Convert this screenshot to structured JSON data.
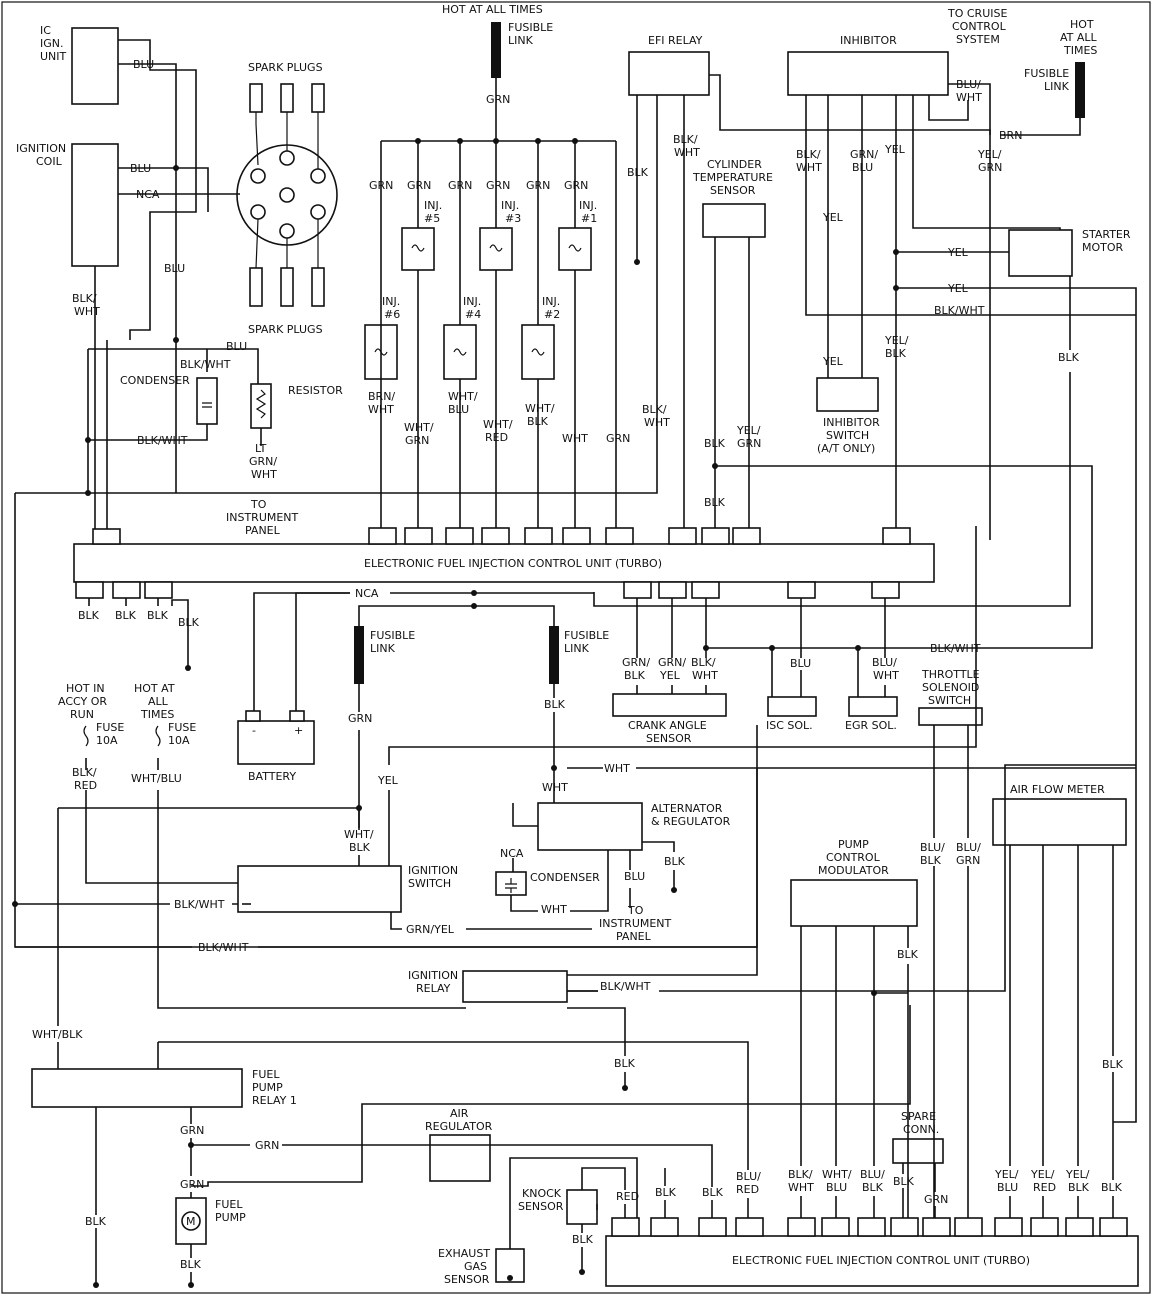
{
  "components": {
    "ic_ign_unit": [
      "IC",
      "IGN.",
      "UNIT"
    ],
    "ignition_coil": [
      "IGNITION",
      "COIL"
    ],
    "spark_plugs_top": "SPARK PLUGS",
    "spark_plugs_bottom": "SPARK PLUGS",
    "hot_at_all_times_top": "HOT AT ALL TIMES",
    "fusible_link_top": [
      "FUSIBLE",
      "LINK"
    ],
    "efi_relay": "EFI RELAY",
    "inhibitor": "INHIBITOR",
    "to_cruise": [
      "TO CRUISE",
      "CONTROL",
      "SYSTEM"
    ],
    "hot_at_all_right": [
      "HOT",
      "AT ALL",
      "TIMES"
    ],
    "fusible_link_right": [
      "FUSIBLE",
      "LINK"
    ],
    "cyl_temp_sensor": [
      "CYLINDER",
      "TEMPERATURE",
      "SENSOR"
    ],
    "starter_motor": [
      "STARTER",
      "MOTOR"
    ],
    "inhibitor_switch": [
      "INHIBITOR",
      "SWITCH",
      "(A/T ONLY)"
    ],
    "condenser": "CONDENSER",
    "resistor": "RESISTOR",
    "to_instrument_panel_1": [
      "TO",
      "INSTRUMENT",
      "PANEL"
    ],
    "injectors": [
      "INJ.",
      "#5",
      "INJ.",
      "#3",
      "INJ.",
      "#1",
      "INJ.",
      "#6",
      "INJ.",
      "#4",
      "INJ.",
      "#2"
    ],
    "ecu_top": "ELECTRONIC FUEL INJECTION CONTROL UNIT (TURBO)",
    "ecu_bottom": "ELECTRONIC FUEL INJECTION CONTROL UNIT (TURBO)",
    "fusible_link_mid1": [
      "FUSIBLE",
      "LINK"
    ],
    "fusible_link_mid2": [
      "FUSIBLE",
      "LINK"
    ],
    "battery": "BATTERY",
    "battery_neg": "-",
    "battery_pos": "+",
    "hot_in_accy": [
      "HOT IN",
      "ACCY OR",
      "RUN"
    ],
    "hot_at_all_left": [
      "HOT AT",
      "ALL",
      "TIMES"
    ],
    "fuse_1": [
      "FUSE",
      "10A"
    ],
    "fuse_2": [
      "FUSE",
      "10A"
    ],
    "crank_angle_sensor": [
      "CRANK ANGLE",
      "SENSOR"
    ],
    "isc_sol": "ISC SOL.",
    "egr_sol": "EGR SOL.",
    "throttle_sol": [
      "THROTTLE",
      "SOLENOID",
      "SWITCH"
    ],
    "alternator": [
      "ALTERNATOR",
      "& REGULATOR"
    ],
    "condenser_2": "CONDENSER",
    "to_instrument_panel_2": [
      "TO",
      "INSTRUMENT",
      "PANEL"
    ],
    "air_flow_meter": "AIR FLOW METER",
    "ignition_switch": [
      "IGNITION",
      "SWITCH"
    ],
    "pump_control": [
      "PUMP",
      "CONTROL",
      "MODULATOR"
    ],
    "ignition_relay": [
      "IGNITION",
      "RELAY"
    ],
    "fuel_pump_relay": [
      "FUEL",
      "PUMP",
      "RELAY 1"
    ],
    "air_regulator": [
      "AIR",
      "REGULATOR"
    ],
    "spare_conn": [
      "SPARE",
      "CONN."
    ],
    "knock_sensor": [
      "KNOCK",
      "SENSOR"
    ],
    "fuel_pump": [
      "FUEL",
      "PUMP"
    ],
    "pump_motor_symbol": "M",
    "exhaust_gas_sensor": [
      "EXHAUST",
      "GAS",
      "SENSOR"
    ]
  },
  "wire_labels": {
    "blu_1": "BLU",
    "blu_2": "BLU",
    "nca_1": "NCA",
    "blu_3": "BLU",
    "blk_wht_coil": [
      "BLK/",
      "WHT"
    ],
    "grn_top": "GRN",
    "inj_grn": [
      "GRN",
      "GRN",
      "GRN",
      "GRN",
      "GRN",
      "GRN"
    ],
    "blk_efi": "BLK",
    "blk_wht_efi": [
      "BLK/",
      "WHT"
    ],
    "blk_wht_inh": [
      "BLK/",
      "WHT"
    ],
    "grn_blu_inh": [
      "GRN/",
      "BLU"
    ],
    "yel_inh": "YEL",
    "blu_wht_cruise": [
      "BLU/",
      "WHT"
    ],
    "brn": "BRN",
    "yel_grn_inh": [
      "YEL/",
      "GRN"
    ],
    "yel_mid": "YEL",
    "yel_starter1": "YEL",
    "yel_starter2": "YEL",
    "blk_wht_right": "BLK/WHT",
    "yel_inhsw": "YEL",
    "yel_blk": [
      "YEL/",
      "BLK"
    ],
    "blk_starter": "BLK",
    "blu_4": "BLU",
    "blk_wht_cond": "BLK/WHT",
    "blk_wht_cond2": "BLK/WHT",
    "lt_grn_wht": [
      "LT",
      "GRN/",
      "WHT"
    ],
    "inj_bottom": [
      [
        "BRN/",
        "WHT"
      ],
      [
        "WHT/",
        "GRN"
      ],
      [
        "WHT/",
        "BLU"
      ],
      [
        "WHT/",
        "RED"
      ],
      [
        "WHT/",
        "BLK"
      ],
      [
        "WHT"
      ],
      [
        "GRN"
      ]
    ],
    "blk_wht_efi2": [
      "BLK/",
      "WHT"
    ],
    "blk_cyl": "BLK",
    "yel_grn_cyl": [
      "YEL/",
      "GRN"
    ],
    "blk_cyl2": "BLK",
    "ecu_bot_blk": [
      "BLK",
      "BLK",
      "BLK",
      "BLK"
    ],
    "nca_2": "NCA",
    "grn_fl1": "GRN",
    "blk_fl2": "BLK",
    "crank_labels": [
      [
        "GRN/",
        "BLK"
      ],
      [
        "GRN/",
        "YEL"
      ],
      [
        "BLK/",
        "WHT"
      ]
    ],
    "blu_isc": "BLU",
    "blu_wht_egr": [
      "BLU/",
      "WHT"
    ],
    "blk_wht_long": "BLK/WHT",
    "blk_red": [
      "BLK/",
      "RED"
    ],
    "wht_blu": "WHT/BLU",
    "yel_ign": "YEL",
    "wht_long": "WHT",
    "wht_alt": "WHT",
    "nca_3": "NCA",
    "blk_alt": "BLK",
    "blu_alt": "BLU",
    "wht_cond2": "WHT",
    "wht_blk_ign": [
      "WHT/",
      "BLK"
    ],
    "blk_wht_ign": "BLK/WHT",
    "grn_yel": "GRN/YEL",
    "blk_wht_long2": "BLK/WHT",
    "blu_blk_thr": [
      "BLU/",
      "BLK"
    ],
    "blu_grn_thr": [
      "BLU/",
      "GRN"
    ],
    "blk_pump": "BLK",
    "blk_wht_relay": "BLK/WHT",
    "wht_blk_left": "WHT/BLK",
    "blk_relay": "BLK",
    "grn_fp1": "GRN",
    "grn_fp2": "GRN",
    "grn_fp3": "GRN",
    "blk_fp_left": "BLK",
    "blk_fp": "BLK",
    "red_knock": "RED",
    "blk_knock1": "BLK",
    "blk_knock2": "BLK",
    "blk_knock3": "BLK",
    "blu_red": [
      "BLU/",
      "RED"
    ],
    "pump_bottom": [
      [
        "BLK/",
        "WHT"
      ],
      [
        "WHT/",
        "BLU"
      ],
      [
        "BLU/",
        "BLK"
      ]
    ],
    "blk_spare": "BLK",
    "grn_spare": "GRN",
    "afm_bottom": [
      [
        "YEL/",
        "BLU"
      ],
      [
        "YEL/",
        "RED"
      ],
      [
        "YEL/",
        "BLK"
      ],
      [
        "BLK"
      ]
    ],
    "blk_afm": "BLK"
  }
}
